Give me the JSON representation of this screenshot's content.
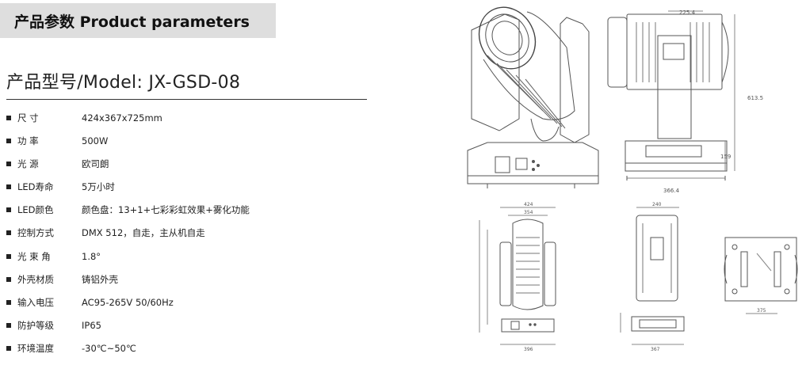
{
  "header": {
    "title": "产品参数  Product parameters",
    "band_color": "#dedede"
  },
  "model": {
    "label": "产品型号/Model: JX-GSD-08"
  },
  "specs": [
    {
      "label": "尺    寸",
      "value": "424x367x725mm"
    },
    {
      "label": "功    率",
      "value": "500W"
    },
    {
      "label": "光    源",
      "value": "欧司朗"
    },
    {
      "label": "LED寿命",
      "value": "5万小时"
    },
    {
      "label": "LED颜色",
      "value": "颜色盘：13+1+七彩彩虹效果+雾化功能"
    },
    {
      "label": "控制方式",
      "value": "DMX 512，自走，主从机自走"
    },
    {
      "label": "光 束 角",
      "value": "1.8°"
    },
    {
      "label": "外壳材质",
      "value": "铸铝外壳"
    },
    {
      "label": "输入电压",
      "value": "AC95-265V 50/60Hz"
    },
    {
      "label": "防护等级",
      "value": "IP65"
    },
    {
      "label": "环境温度",
      "value": "-30℃~50℃"
    }
  ],
  "drawings": {
    "side_top_dim": "225.4",
    "side_height_dim": "613.5",
    "side_base_height_dim": "159",
    "side_base_width_dim": "366.4",
    "front_top_dim_outer": "424",
    "front_top_dim_inner": "354",
    "front_bottom_dim": "396",
    "side2_top_dim": "240",
    "side2_bottom_dim": "367",
    "base_dim": "375"
  }
}
